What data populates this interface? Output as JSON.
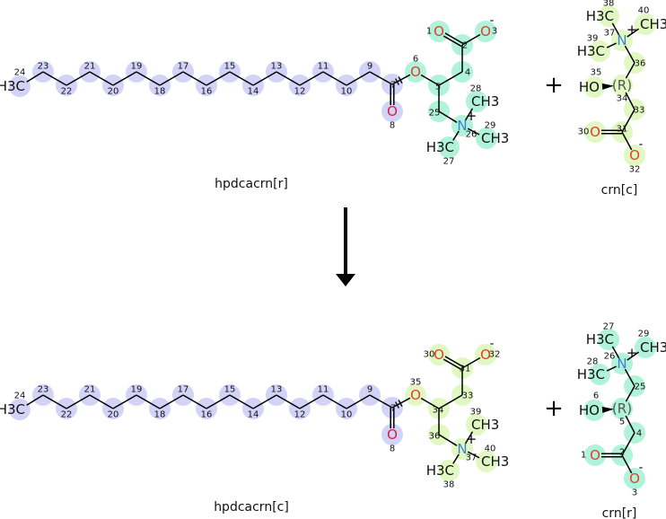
{
  "reaction": {
    "plus_top": "+",
    "plus_bottom": "+",
    "arrow": "down-arrow"
  },
  "colors": {
    "acyl": "#d3d3f8",
    "mint": "#b0f3da",
    "lime": "#e2f8c2",
    "oxygen": "#e2402a",
    "oxygen_carbonyl": "#d81e3c",
    "nitrogen": "#3f80d0",
    "bond": "#000000"
  },
  "molecules": {
    "reactant_ester": {
      "name": "hpdcacrn[r]",
      "head_color": "mint",
      "atoms": [
        {
          "num": "24",
          "sym": "H3C"
        },
        {
          "num": "23"
        },
        {
          "num": "22"
        },
        {
          "num": "21"
        },
        {
          "num": "20"
        },
        {
          "num": "19"
        },
        {
          "num": "18"
        },
        {
          "num": "17"
        },
        {
          "num": "16"
        },
        {
          "num": "15"
        },
        {
          "num": "14"
        },
        {
          "num": "13"
        },
        {
          "num": "12"
        },
        {
          "num": "11"
        },
        {
          "num": "10"
        },
        {
          "num": "9"
        },
        {
          "num": "7"
        },
        {
          "num": "8",
          "sym": "O"
        },
        {
          "num": "6",
          "sym": "O"
        },
        {
          "num": "5"
        },
        {
          "num": "4"
        },
        {
          "num": "2"
        },
        {
          "num": "1",
          "sym": "O"
        },
        {
          "num": "3",
          "sym": "O",
          "charge": "-"
        },
        {
          "num": "25"
        },
        {
          "num": "26",
          "sym": "N",
          "charge": "+"
        },
        {
          "num": "28",
          "sym": "CH3"
        },
        {
          "num": "29",
          "sym": "CH3"
        },
        {
          "num": "27",
          "sym": "H3C"
        }
      ]
    },
    "reactant_carnitine": {
      "name": "crn[c]",
      "head_color": "lime",
      "atoms": [
        {
          "num": "37",
          "sym": "N",
          "charge": "+"
        },
        {
          "num": "38",
          "sym": "H3C"
        },
        {
          "num": "40",
          "sym": "CH3"
        },
        {
          "num": "39",
          "sym": "H3C"
        },
        {
          "num": "36"
        },
        {
          "num": "34",
          "sym": "(R)"
        },
        {
          "num": "35",
          "sym": "HO"
        },
        {
          "num": "33"
        },
        {
          "num": "31"
        },
        {
          "num": "30",
          "sym": "O"
        },
        {
          "num": "32",
          "sym": "O",
          "charge": "-"
        }
      ]
    },
    "product_ester": {
      "name": "hpdcacrn[c]",
      "head_color": "lime",
      "atoms": [
        {
          "num": "24",
          "sym": "H3C"
        },
        {
          "num": "23"
        },
        {
          "num": "22"
        },
        {
          "num": "21"
        },
        {
          "num": "20"
        },
        {
          "num": "19"
        },
        {
          "num": "18"
        },
        {
          "num": "17"
        },
        {
          "num": "16"
        },
        {
          "num": "15"
        },
        {
          "num": "14"
        },
        {
          "num": "13"
        },
        {
          "num": "12"
        },
        {
          "num": "11"
        },
        {
          "num": "10"
        },
        {
          "num": "9"
        },
        {
          "num": "7"
        },
        {
          "num": "8",
          "sym": "O"
        },
        {
          "num": "35",
          "sym": "O"
        },
        {
          "num": "34"
        },
        {
          "num": "33"
        },
        {
          "num": "31"
        },
        {
          "num": "30",
          "sym": "O"
        },
        {
          "num": "32",
          "sym": "O",
          "charge": "-"
        },
        {
          "num": "36"
        },
        {
          "num": "37",
          "sym": "N",
          "charge": "+"
        },
        {
          "num": "39",
          "sym": "CH3"
        },
        {
          "num": "40",
          "sym": "CH3"
        },
        {
          "num": "38",
          "sym": "H3C"
        }
      ]
    },
    "product_carnitine": {
      "name": "crn[r]",
      "head_color": "mint",
      "atoms": [
        {
          "num": "26",
          "sym": "N",
          "charge": "+"
        },
        {
          "num": "27",
          "sym": "H3C"
        },
        {
          "num": "29",
          "sym": "CH3"
        },
        {
          "num": "28",
          "sym": "H3C"
        },
        {
          "num": "25"
        },
        {
          "num": "5",
          "sym": "(R)"
        },
        {
          "num": "6",
          "sym": "HO"
        },
        {
          "num": "4"
        },
        {
          "num": "2"
        },
        {
          "num": "1",
          "sym": "O"
        },
        {
          "num": "3",
          "sym": "O",
          "charge": "-"
        }
      ]
    }
  }
}
